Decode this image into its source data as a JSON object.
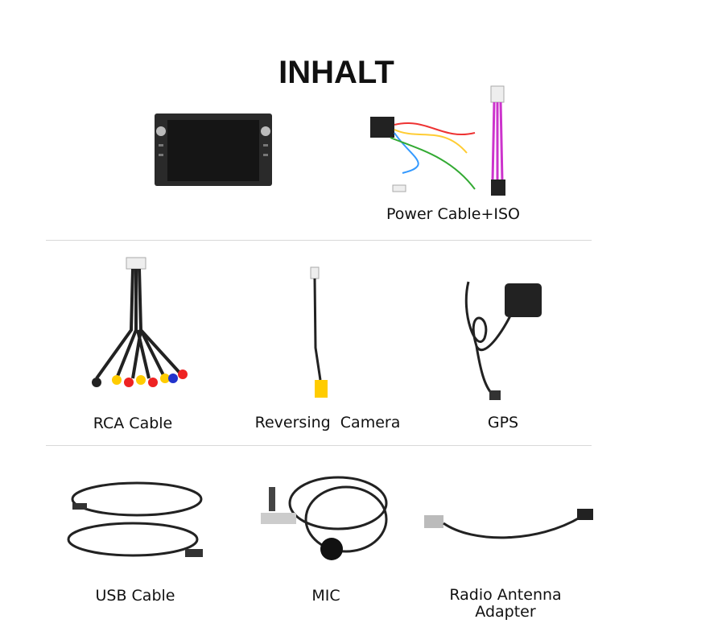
{
  "title": "INHALT",
  "items": [
    {
      "label": "Power Cable+ISO",
      "icon": "power-cable-iso"
    },
    {
      "label": "RCA Cable",
      "icon": "rca-cable"
    },
    {
      "label": "Reversing  Camera",
      "icon": "reversing-camera-cable"
    },
    {
      "label": "GPS",
      "icon": "gps-antenna"
    },
    {
      "label": "USB Cable",
      "icon": "usb-cable"
    },
    {
      "label": "MIC",
      "icon": "microphone"
    },
    {
      "label": "Radio Antenna\nAdapter",
      "icon": "radio-antenna-adapter"
    }
  ],
  "head_unit": {
    "icon": "car-radio-head-unit"
  }
}
